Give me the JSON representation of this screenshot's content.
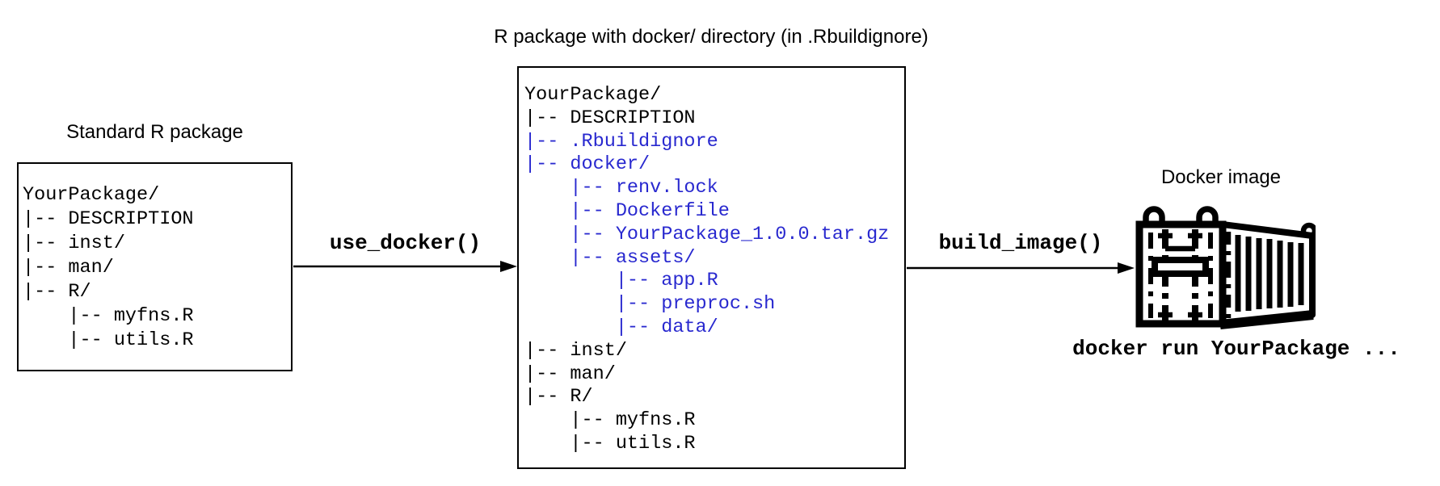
{
  "diagram": {
    "left": {
      "title": "Standard R package",
      "tree": [
        {
          "text": "YourPackage/",
          "color": "black"
        },
        {
          "text": "|-- DESCRIPTION",
          "color": "black"
        },
        {
          "text": "|-- inst/",
          "color": "black"
        },
        {
          "text": "|-- man/",
          "color": "black"
        },
        {
          "text": "|-- R/",
          "color": "black"
        },
        {
          "text": "    |-- myfns.R",
          "color": "black"
        },
        {
          "text": "    |-- utils.R",
          "color": "black"
        }
      ]
    },
    "middle": {
      "title": "R package with docker/ directory (in .Rbuildignore)",
      "tree": [
        {
          "text": "YourPackage/",
          "color": "black"
        },
        {
          "text": "|-- DESCRIPTION",
          "color": "black"
        },
        {
          "text": "|-- .Rbuildignore",
          "color": "blue"
        },
        {
          "text": "|-- docker/",
          "color": "blue"
        },
        {
          "text": "    |-- renv.lock",
          "color": "blue"
        },
        {
          "text": "    |-- Dockerfile",
          "color": "blue"
        },
        {
          "text": "    |-- YourPackage_1.0.0.tar.gz",
          "color": "blue"
        },
        {
          "text": "    |-- assets/",
          "color": "blue"
        },
        {
          "text": "        |-- app.R",
          "color": "blue"
        },
        {
          "text": "        |-- preproc.sh",
          "color": "blue"
        },
        {
          "text": "        |-- data/",
          "color": "blue"
        },
        {
          "text": "|-- inst/",
          "color": "black"
        },
        {
          "text": "|-- man/",
          "color": "black"
        },
        {
          "text": "|-- R/",
          "color": "black"
        },
        {
          "text": "    |-- myfns.R",
          "color": "black"
        },
        {
          "text": "    |-- utils.R",
          "color": "black"
        }
      ]
    },
    "arrows": [
      {
        "label": "use_docker()"
      },
      {
        "label": "build_image()"
      }
    ],
    "right": {
      "title": "Docker image",
      "icon": "docker-container-icon",
      "caption": "docker run YourPackage ..."
    },
    "colors": {
      "ink": "#000000",
      "highlight_blue": "#2828cf",
      "background": "#ffffff"
    }
  }
}
